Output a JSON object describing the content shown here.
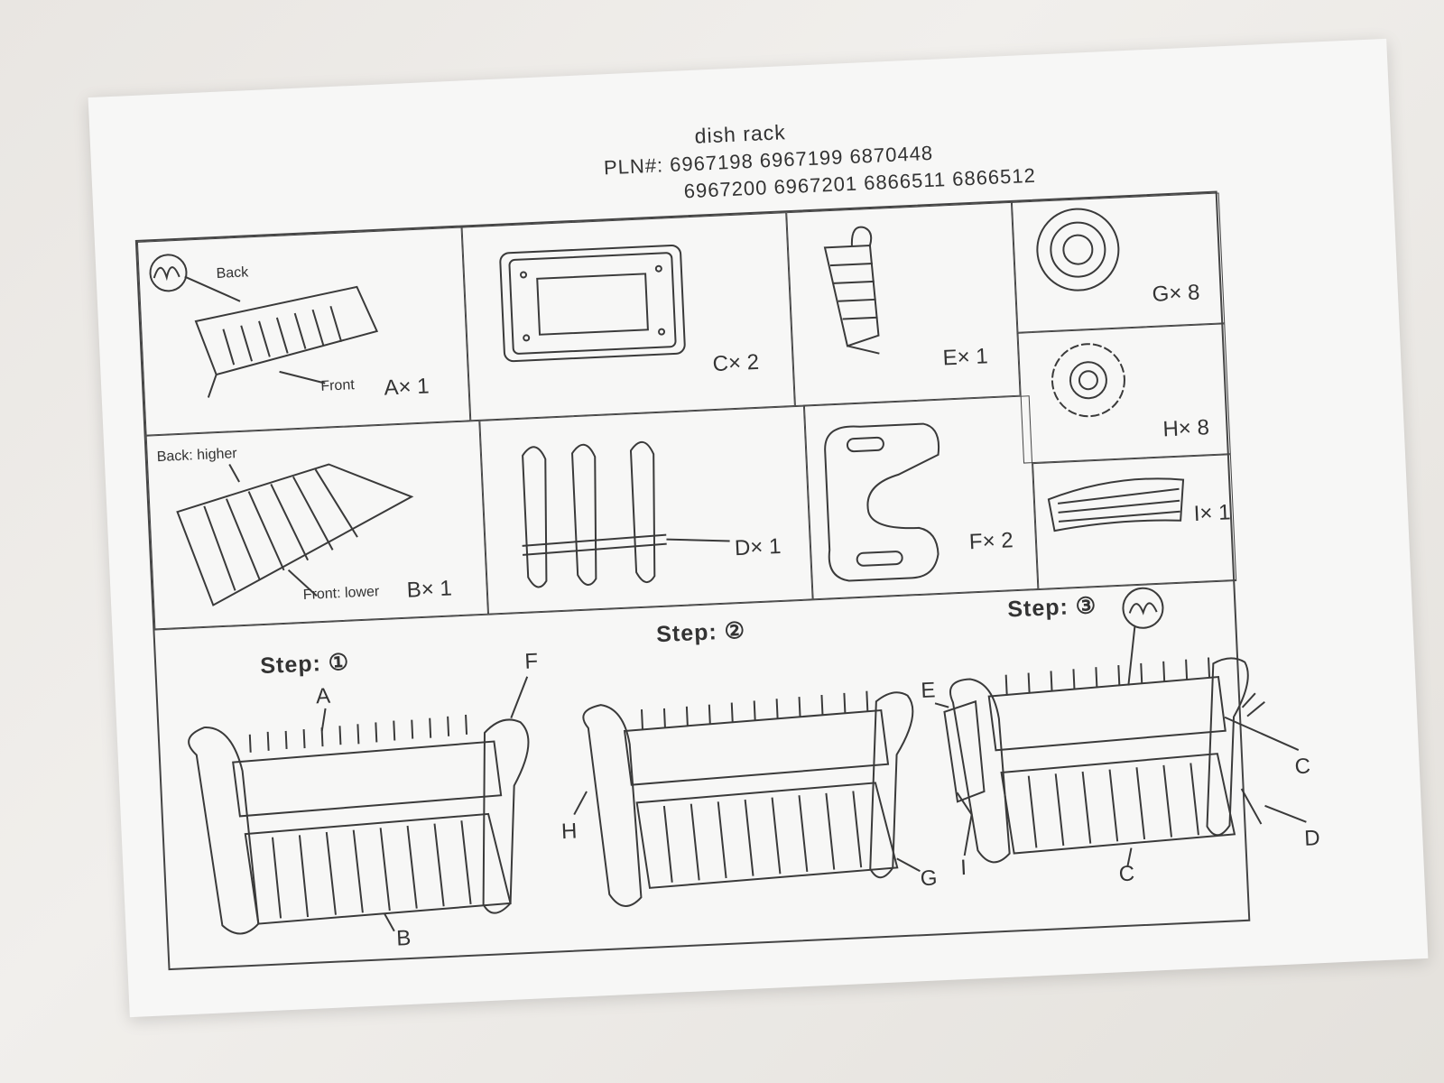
{
  "header": {
    "title": "dish rack",
    "pln_line1": "PLN#: 6967198 6967199 6870448",
    "pln_line2": "6967200 6967201 6866511 6866512"
  },
  "parts": {
    "a": {
      "label": "A× 1",
      "back": "Back",
      "front": "Front"
    },
    "b": {
      "label": "B× 1",
      "back": "Back: higher",
      "front": "Front: lower"
    },
    "c": {
      "label": "C× 2"
    },
    "d": {
      "label": "D× 1"
    },
    "e": {
      "label": "E× 1"
    },
    "f": {
      "label": "F× 2"
    },
    "g": {
      "label": "G× 8"
    },
    "h": {
      "label": "H× 8"
    },
    "i": {
      "label": "I× 1"
    }
  },
  "steps": {
    "step1": {
      "label": "Step: ①",
      "callouts": [
        "A",
        "F",
        "B"
      ]
    },
    "step2": {
      "label": "Step: ②",
      "callouts": [
        "H",
        "G"
      ]
    },
    "step3": {
      "label": "Step: ③",
      "callouts": [
        "E",
        "C",
        "I",
        "C",
        "D"
      ]
    }
  }
}
